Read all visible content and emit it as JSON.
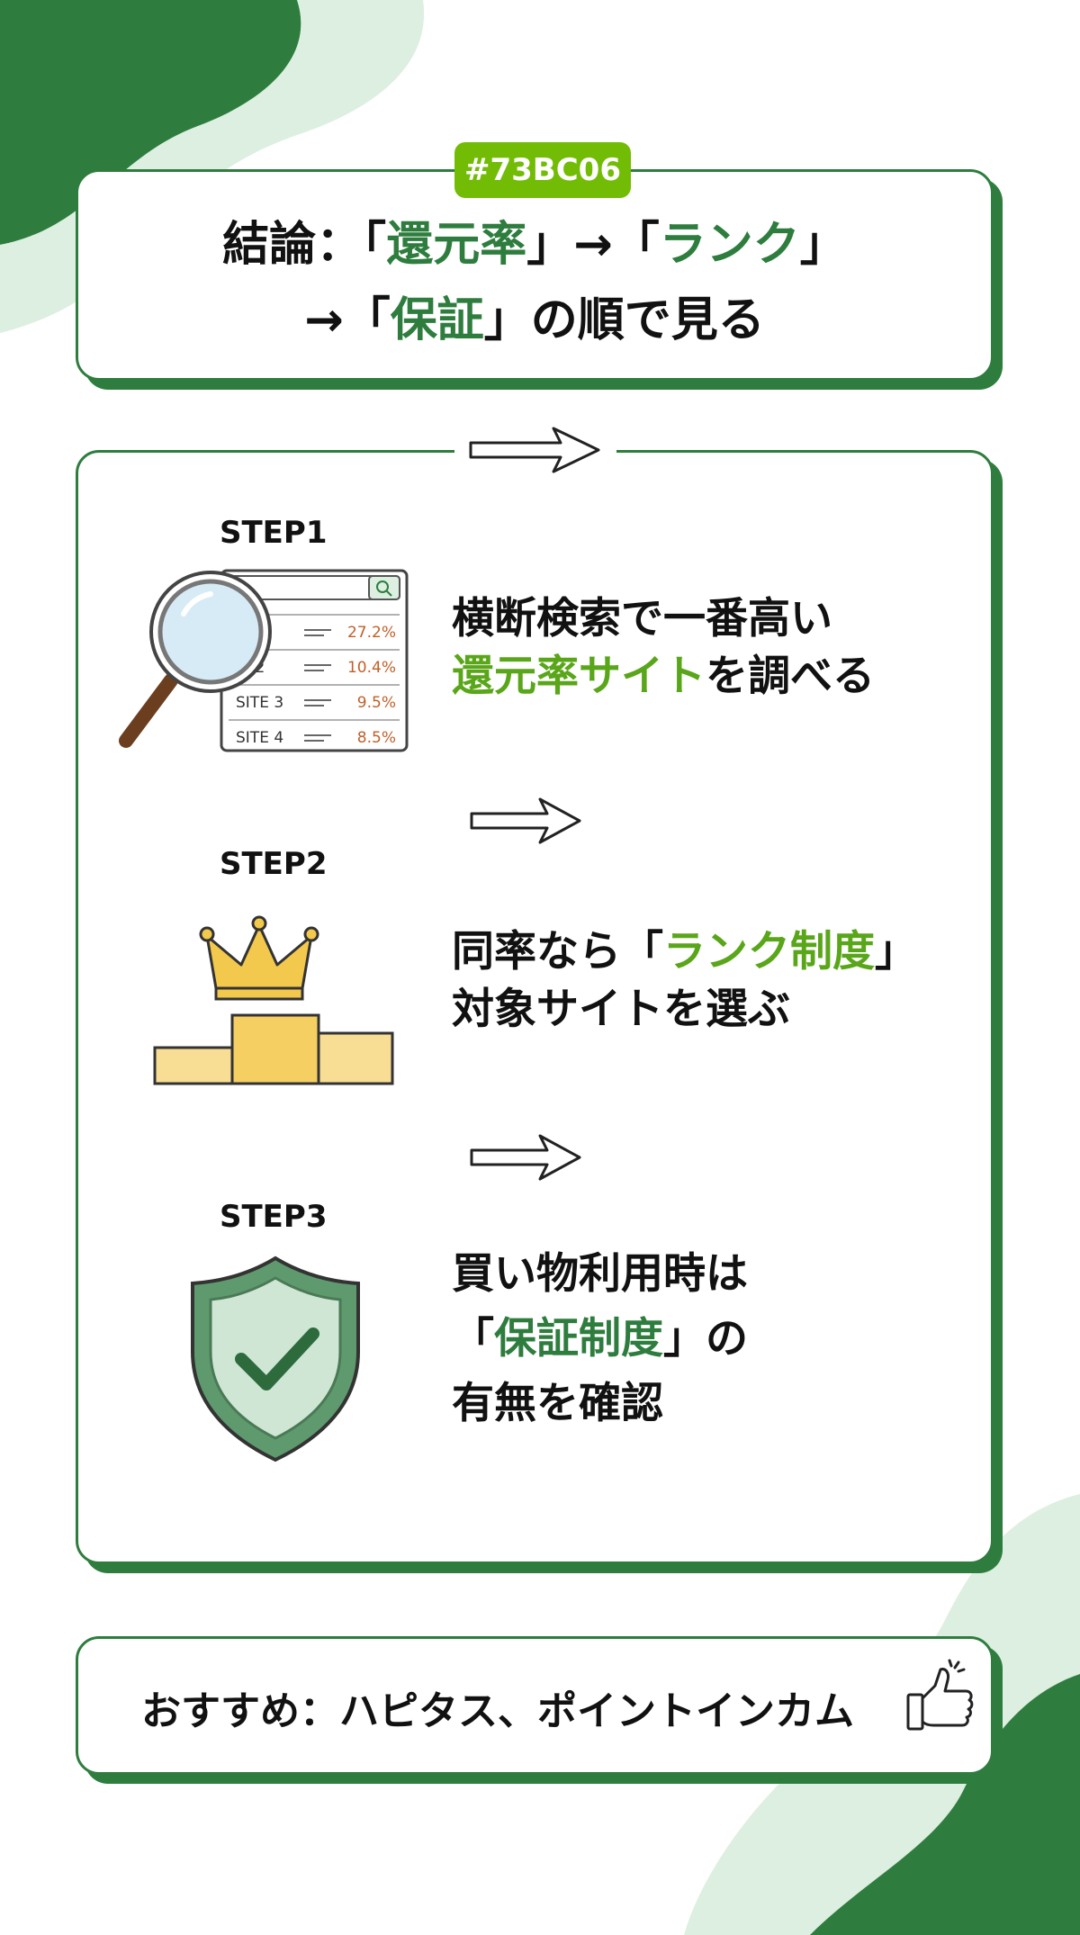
{
  "tag": "#73BC06",
  "headline": {
    "line1": {
      "prefix": "結論：「",
      "kw1": "還元率",
      "mid": "」→「",
      "kw2": "ランク",
      "suffix": "」"
    },
    "line2": {
      "prefix": "→「",
      "kw3": "保証",
      "suffix": "」の順で見る"
    }
  },
  "steps": [
    {
      "label": "STEP1",
      "line1": "横断検索で一番高い",
      "line2_highlight": "還元率サイト",
      "line2_rest": "を調べる",
      "icon": "magnifier-list-icon",
      "table": [
        {
          "site": "E 1",
          "rate": "27.2%"
        },
        {
          "site": ".E 2",
          "rate": "10.4%"
        },
        {
          "site": "SITE 3",
          "rate": "9.5%"
        },
        {
          "site": "SITE 4",
          "rate": "8.5%"
        }
      ]
    },
    {
      "label": "STEP2",
      "line1_prefix": "同率なら「",
      "line1_highlight": "ランク制度",
      "line1_suffix": "」",
      "line2": "対象サイトを選ぶ",
      "icon": "crown-podium-icon"
    },
    {
      "label": "STEP3",
      "line1": "買い物利用時は",
      "line2_prefix": "「",
      "line2_highlight": "保証制度",
      "line2_suffix": "」の",
      "line3": "有無を確認",
      "icon": "shield-check-icon"
    }
  ],
  "footer": {
    "text": "おすすめ：ハピタス、ポイントインカム",
    "icon": "thumbs-up-icon"
  },
  "colors": {
    "dark_green": "#2e7d3e",
    "accent_green": "#73bc06",
    "highlight_green": "#5aa61a",
    "orange": "#c0602a"
  }
}
